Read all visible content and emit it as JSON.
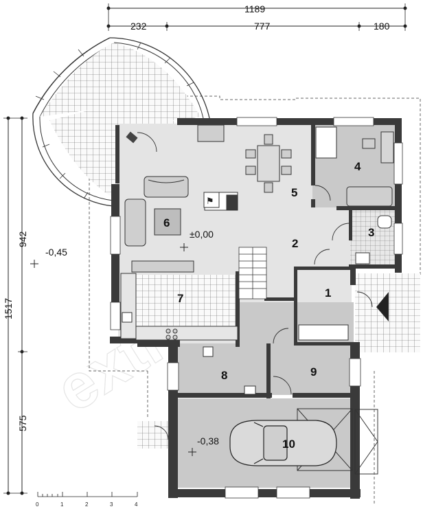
{
  "dimensions": {
    "top_total": "1189",
    "top_left": "232",
    "top_mid": "777",
    "top_right": "180",
    "side_total": "1517",
    "side_upper": "942",
    "side_lower": "575"
  },
  "levels": {
    "main_floor": "±0,00",
    "terrace": "-0,45",
    "garage": "-0,38"
  },
  "rooms": [
    "1",
    "2",
    "3",
    "4",
    "5",
    "6",
    "7",
    "8",
    "9",
    "10"
  ],
  "scale_labels": [
    "0",
    "1",
    "2",
    "3",
    "4"
  ],
  "watermark": "extradom",
  "colors": {
    "wall": "#3a3a3a",
    "floor_main": "#e4e4e4",
    "floor_room": "#c9c9c9",
    "floor_dark": "#bdbdbd",
    "grid": "#555555"
  }
}
